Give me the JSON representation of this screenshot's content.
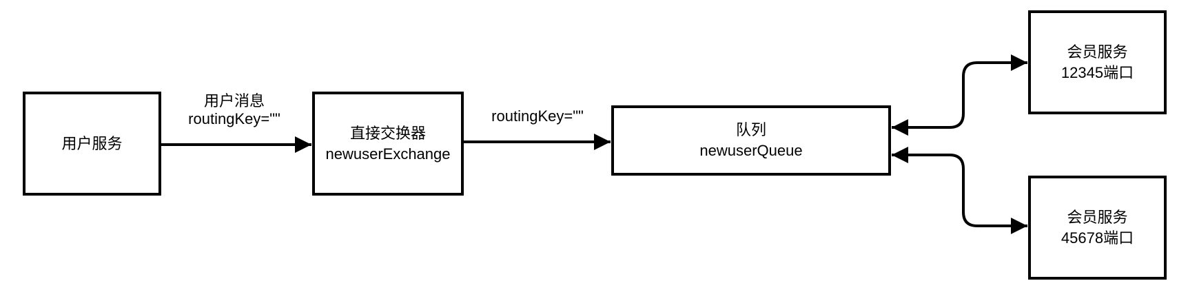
{
  "diagram": {
    "title": "direct exchange message flow",
    "colors": {
      "background": "#ffffff",
      "line": "#000000",
      "text": "#000000",
      "node_fill": "#ffffff"
    },
    "nodes": {
      "user_service": {
        "lines": [
          "用户服务"
        ]
      },
      "direct_exchange": {
        "lines": [
          "直接交换器",
          "newuserExchange"
        ]
      },
      "queue": {
        "lines": [
          "队列",
          "newuserQueue"
        ]
      },
      "member_service_1": {
        "lines": [
          "会员服务",
          "12345端口"
        ]
      },
      "member_service_2": {
        "lines": [
          "会员服务",
          "45678端口"
        ]
      }
    },
    "edges": [
      {
        "from": "user_service",
        "to": "direct_exchange",
        "label_lines": [
          "用户消息",
          "routingKey=\"\""
        ],
        "arrowheads": "end"
      },
      {
        "from": "direct_exchange",
        "to": "queue",
        "label_lines": [
          "routingKey=\"\""
        ],
        "arrowheads": "end"
      },
      {
        "from": "queue",
        "to": "member_service_1",
        "label_lines": [],
        "arrowheads": "both"
      },
      {
        "from": "queue",
        "to": "member_service_2",
        "label_lines": [],
        "arrowheads": "both"
      }
    ]
  }
}
